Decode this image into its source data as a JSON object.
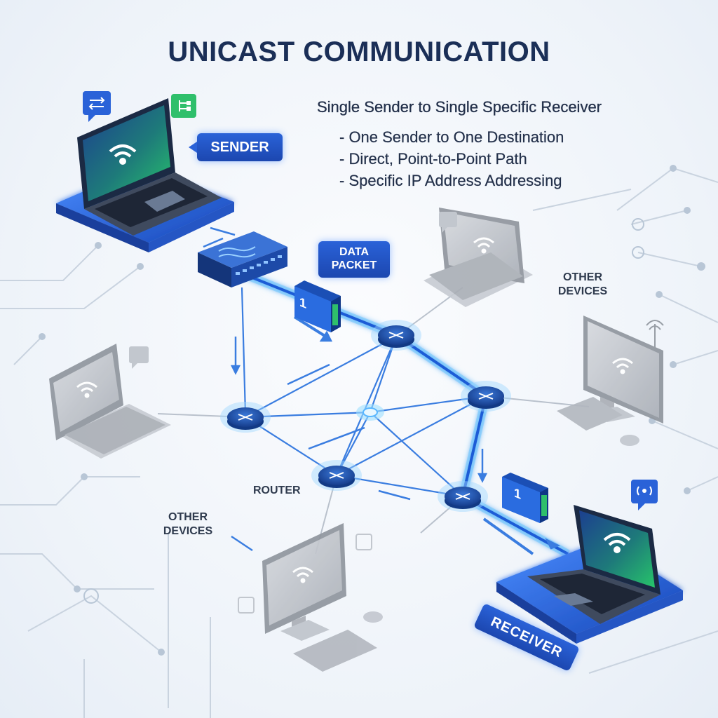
{
  "title": "UNICAST COMMUNICATION",
  "subtitle": "Single Sender to Single Specific Receiver",
  "bullets": [
    "- One Sender to One Destination",
    "- Direct, Point-to-Point Path",
    "- Specific IP Address Addressing"
  ],
  "labels": {
    "sender": "SENDER",
    "receiver": "RECEIVER",
    "data_packet_line1": "DATA",
    "data_packet_line2": "PACKET",
    "packet_number": "1",
    "router": "ROUTER",
    "other_devices_right_line1": "OTHER",
    "other_devices_right_line2": "DEVICES",
    "other_devices_left_line1": "OTHER",
    "other_devices_left_line2": "DEVICES"
  },
  "colors": {
    "title": "#1b2f57",
    "accent_blue": "#1f5bd6",
    "glow": "#3ab0ff",
    "screen_green": "#2fd47a",
    "gray_device": "#b8bcc3",
    "circuit": "#c5d0dc"
  }
}
